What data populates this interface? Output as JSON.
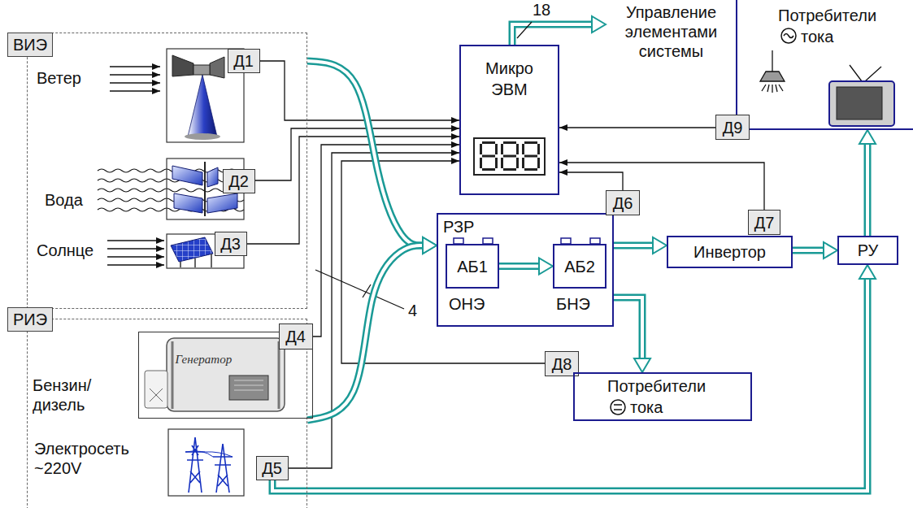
{
  "diagram": {
    "nodes": [
      {
        "text": [
          "ВИЭ"
        ]
      },
      {
        "text": [
          "Д1"
        ],
        "in": 0
      },
      {
        "text": [
          "Д2"
        ],
        "in": 0
      },
      {
        "text": [
          "Д3"
        ],
        "in": 0
      },
      {
        "text": [
          "РИЭ"
        ]
      },
      {
        "text": [
          "Генератор"
        ],
        "in": 4
      },
      {
        "text": [
          "Д4"
        ],
        "in": 4
      },
      {
        "text": [
          "Д5"
        ],
        "in": 4
      },
      {
        "text": [
          "Микро ЭВМ"
        ]
      },
      {
        "text": [
          "Потребители",
          "тока"
        ]
      },
      {
        "text": [
          "Д9"
        ]
      },
      {
        "text": [
          "РЗР"
        ]
      },
      {
        "text": [
          "АБ1"
        ],
        "in": 11
      },
      {
        "text": [
          "АБ2"
        ],
        "in": 11
      },
      {
        "text": [
          "Д6"
        ]
      },
      {
        "text": [
          "Инвертор"
        ]
      },
      {
        "text": [
          "Д7"
        ]
      },
      {
        "text": [
          "РУ"
        ]
      },
      {
        "text": [
          "Д8"
        ]
      },
      {
        "text": [
          "Потребители",
          "тока"
        ]
      }
    ],
    "edges": [
      {
        "from": 1,
        "to": 8,
        "arrow": "to"
      },
      {
        "from": 2,
        "to": 8,
        "arrow": "to"
      },
      {
        "from": 3,
        "to": 8,
        "arrow": "to"
      },
      {
        "from": 6,
        "to": 8,
        "arrow": "to"
      },
      {
        "from": 7,
        "to": 8,
        "arrow": "to"
      },
      {
        "from": 18,
        "to": 8,
        "arrow": "to"
      },
      {
        "from": 14,
        "to": 8,
        "arrow": "to"
      },
      {
        "from": 16,
        "to": 8,
        "arrow": "to"
      },
      {
        "from": 10,
        "to": 8,
        "arrow": "to"
      },
      {
        "from": 0,
        "to": 11,
        "arrow": "to"
      },
      {
        "from": 4,
        "to": 11,
        "arrow": "to"
      },
      {
        "from": 12,
        "to": 13,
        "arrow": "to"
      },
      {
        "from": 11,
        "to": 15,
        "arrow": "to"
      },
      {
        "from": 15,
        "to": 17,
        "arrow": "to"
      },
      {
        "from": 11,
        "to": 19,
        "arrow": "to"
      },
      {
        "from": 17,
        "to": 9,
        "arrow": "to"
      },
      {
        "from": 7,
        "to": 17,
        "arrow": "to"
      }
    ],
    "labels": [
      "Ветер",
      "Вода",
      "Солнце",
      "Бензин/ дизель",
      "Электросеть ~220V",
      "18",
      "Управление элементами системы",
      "ОНЭ",
      "БНЭ",
      "4"
    ]
  }
}
